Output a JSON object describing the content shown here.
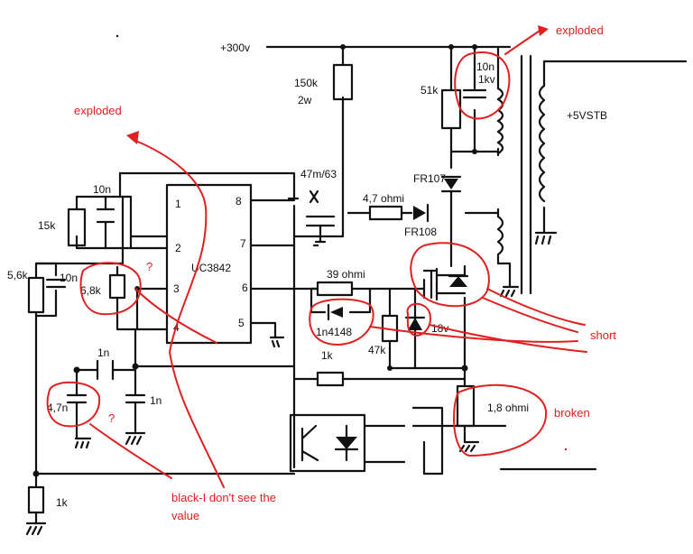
{
  "labels": {
    "v300": "+300v",
    "r150k": "150k",
    "r150k_w": "2w",
    "r51k": "51k",
    "c10n_top": "10n",
    "c10n_top_v": "1kv",
    "stb": "+5VSTB",
    "c47m": "47m/63",
    "d_fr107": "FR107",
    "r47": "4,7 ohmi",
    "d_fr108": "FR108",
    "c10n_ic": "10n",
    "r15k": "15k",
    "r56k": "5,6k",
    "c10n_left": "10n",
    "r68k": "6,8k",
    "ic": "UC3842",
    "pin1": "1",
    "pin2": "2",
    "pin3": "3",
    "pin4": "4",
    "pin5": "5",
    "pin6": "6",
    "pin7": "7",
    "pin8": "8",
    "r39": "39 ohmi",
    "d_1n4148": "1n4148",
    "r47k": "47k",
    "z18": "18v",
    "c1n_a": "1n",
    "c1n_b": "1n",
    "r1k_mid": "1k",
    "c47n": "4,7n",
    "r18": "1,8 ohmi",
    "r1k_bottom": "1k"
  },
  "annotations": {
    "exploded_top": "exploded",
    "exploded_left": "exploded",
    "short": "short",
    "broken": "broken",
    "black_note_1": "black-I don't see the",
    "black_note_2": "value",
    "q1": "?",
    "q2": "?"
  },
  "colors": {
    "ink": "#111111",
    "annotation": "#e02020"
  }
}
